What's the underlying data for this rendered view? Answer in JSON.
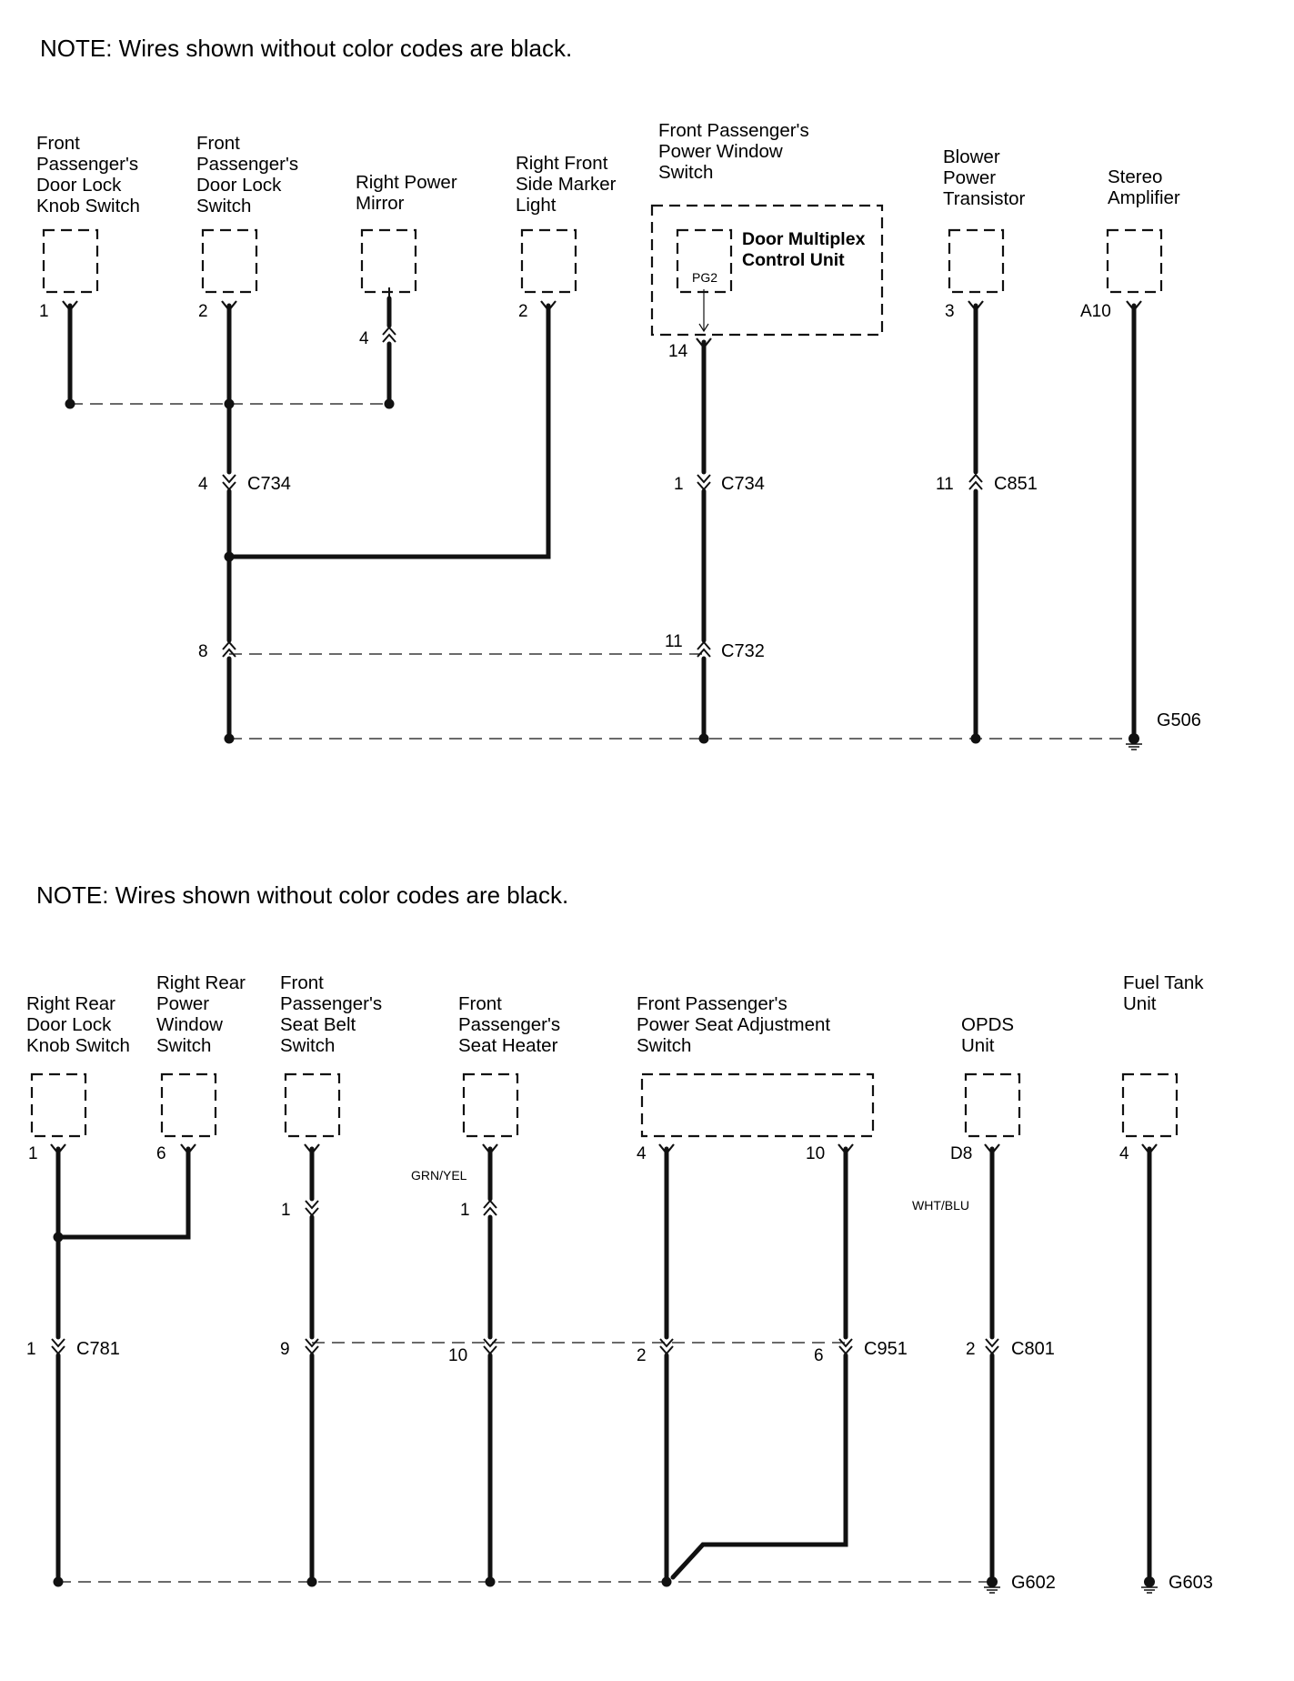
{
  "top": {
    "note": "NOTE: Wires shown without color codes are black.",
    "components": [
      {
        "lines": [
          "Front",
          "Passenger's",
          "Door Lock",
          "Knob Switch"
        ],
        "pin": "1"
      },
      {
        "lines": [
          "Front",
          "Passenger's",
          "Door Lock",
          "Switch"
        ],
        "pin": "2"
      },
      {
        "lines": [
          "Right Power",
          "Mirror"
        ],
        "pin": "4"
      },
      {
        "lines": [
          "Right Front",
          "Side Marker",
          "Light"
        ],
        "pin": "2"
      },
      {
        "lines": [
          "Front Passenger's",
          "Power Window",
          "Switch"
        ],
        "pin": "14",
        "inner_lines": [
          "Door Multiplex",
          "Control Unit"
        ],
        "inner_pin": "PG2"
      },
      {
        "lines": [
          "Blower",
          "Power",
          "Transistor"
        ],
        "pin": "3"
      },
      {
        "lines": [
          "Stereo",
          "Amplifier"
        ],
        "pin": "A10"
      }
    ],
    "connectors": [
      {
        "name": "C734",
        "pins": [
          "4",
          "1"
        ]
      },
      {
        "name": "C851",
        "pins": [
          "11"
        ]
      },
      {
        "name": "C732",
        "pins": [
          "8",
          "11"
        ]
      }
    ],
    "ground": "G506"
  },
  "bottom": {
    "note": "NOTE: Wires shown without color codes are black.",
    "components": [
      {
        "lines": [
          "Right Rear",
          "Door Lock",
          "Knob Switch"
        ],
        "pin": "1"
      },
      {
        "lines": [
          "Right Rear",
          "Power",
          "Window",
          "Switch"
        ],
        "pin": "6"
      },
      {
        "lines": [
          "Front",
          "Passenger's",
          "Seat Belt",
          "Switch"
        ],
        "pin": "1"
      },
      {
        "lines": [
          "Front",
          "Passenger's",
          "Seat Heater"
        ],
        "pin": "1",
        "wire_color": "GRN/YEL"
      },
      {
        "lines": [
          "Front Passenger's",
          "Power Seat Adjustment",
          "Switch"
        ],
        "pins": [
          "4",
          "10"
        ]
      },
      {
        "lines": [
          "OPDS",
          "Unit"
        ],
        "pin": "D8",
        "wire_color": "WHT/BLU"
      },
      {
        "lines": [
          "Fuel Tank",
          "Unit"
        ],
        "pin": "4"
      }
    ],
    "connectors": [
      {
        "name": "C781",
        "pins": [
          "1"
        ]
      },
      {
        "name": "C951",
        "pins": [
          "9",
          "10",
          "2",
          "6"
        ]
      },
      {
        "name": "C801",
        "pins": [
          "2"
        ]
      }
    ],
    "grounds": [
      "G602",
      "G603"
    ]
  }
}
